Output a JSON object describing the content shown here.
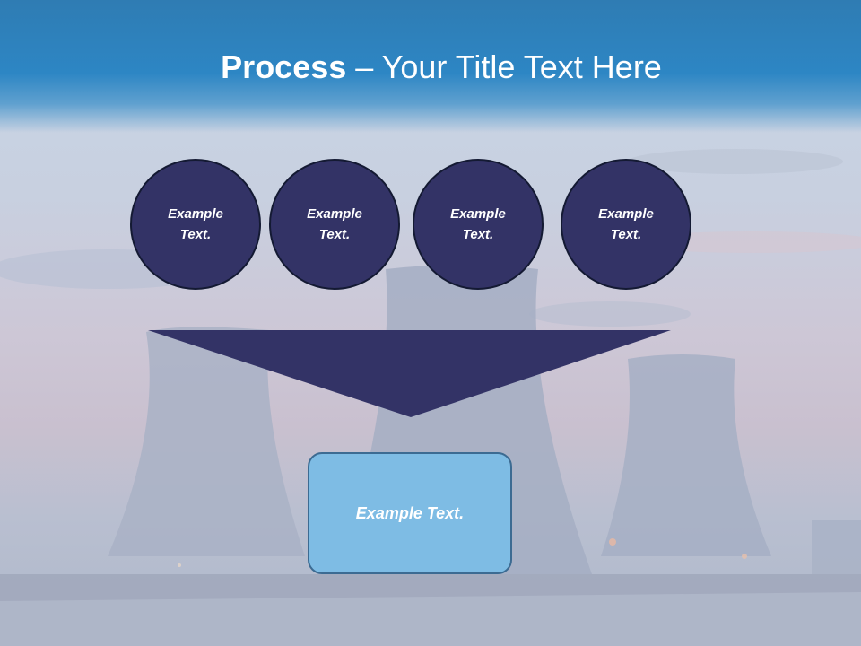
{
  "title": {
    "bold": "Process",
    "rest": " – Your Title Text Here"
  },
  "steps": [
    {
      "line1": "Example",
      "line2": "Text."
    },
    {
      "line1": "Example",
      "line2": "Text."
    },
    {
      "line1": "Example",
      "line2": "Text."
    },
    {
      "line1": "Example",
      "line2": "Text."
    }
  ],
  "result": {
    "label": "Example Text."
  },
  "colors": {
    "header_blue": "#2d86c4",
    "circle_fill": "#333366",
    "result_fill": "#7ebce4",
    "text": "#ffffff"
  }
}
